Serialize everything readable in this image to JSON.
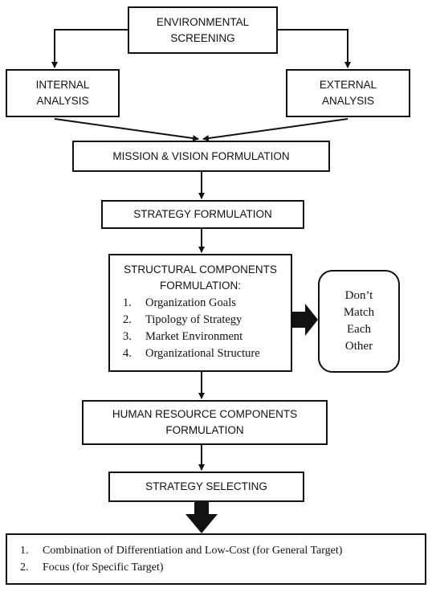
{
  "diagram": {
    "environmental_screening": [
      "ENVIRONMENTAL",
      "SCREENING"
    ],
    "internal_analysis": [
      "INTERNAL",
      "ANALYSIS"
    ],
    "external_analysis": [
      "EXTERNAL",
      "ANALYSIS"
    ],
    "mission_vision": "MISSION & VISION FORMULATION",
    "strategy_formulation": "STRATEGY FORMULATION",
    "structural_components": {
      "title": [
        "STRUCTURAL COMPONENTS",
        "FORMULATION:"
      ],
      "items": [
        {
          "num": "1.",
          "text": "Organization Goals"
        },
        {
          "num": "2.",
          "text": "Tipology of Strategy"
        },
        {
          "num": "3.",
          "text": "Market Environment"
        },
        {
          "num": "4.",
          "text": "Organizational Structure"
        }
      ]
    },
    "dont_match": [
      "Don’t",
      "Match",
      "Each",
      "Other"
    ],
    "human_resource": [
      "HUMAN RESOURCE COMPONENTS",
      "FORMULATION"
    ],
    "strategy_selecting": "STRATEGY SELECTING",
    "outcomes": [
      {
        "num": "1.",
        "text": "Combination of Differentiation and Low-Cost (for General Target)"
      },
      {
        "num": "2.",
        "text": "Focus (for Specific Target)"
      }
    ]
  }
}
